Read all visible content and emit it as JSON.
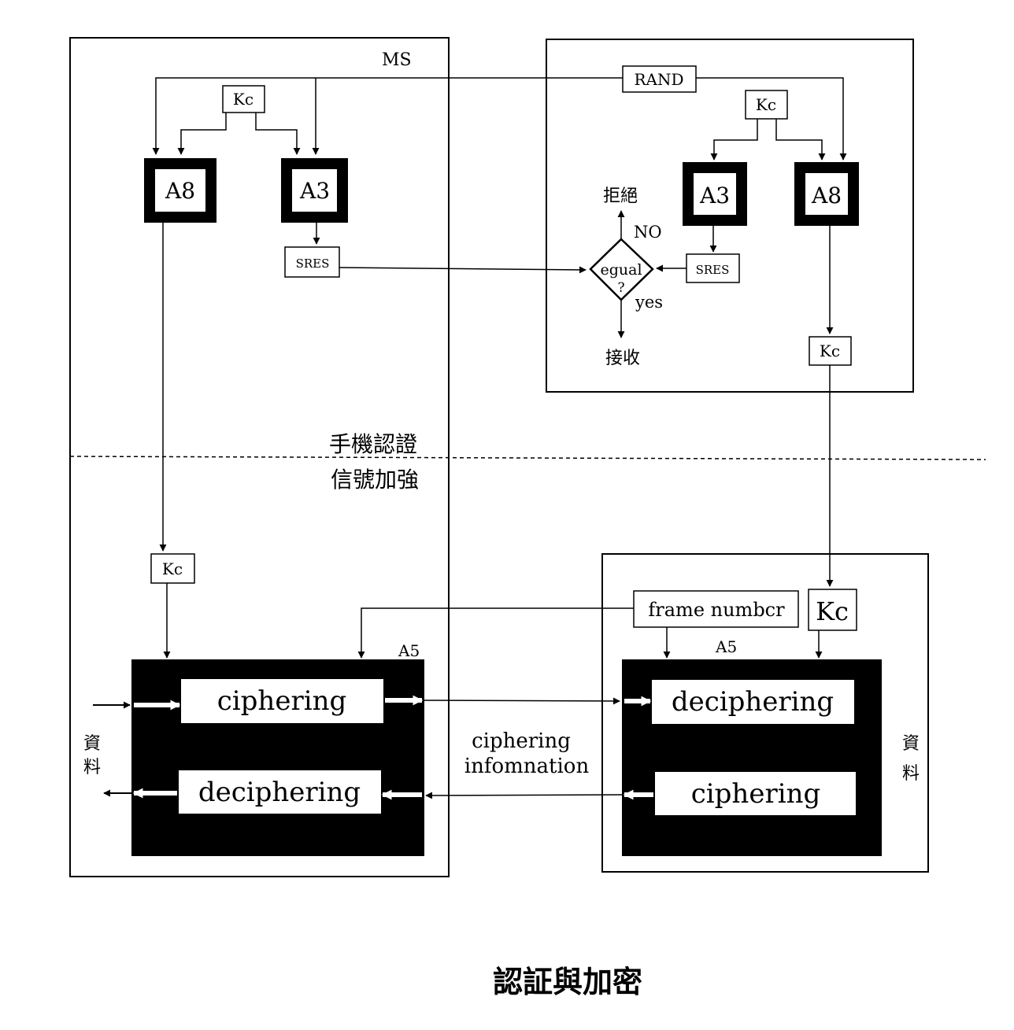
{
  "ms_label": "MS",
  "rand_label": "RAND",
  "ms_kc_label": "Kc",
  "net_kc_label": "Kc",
  "ms_a8_label": "A8",
  "ms_a3_label": "A3",
  "net_a3_label": "A3",
  "net_a8_label": "A8",
  "ms_sres_label": "SRES",
  "net_sres_label": "SRES",
  "equal_label_1": "egual",
  "equal_label_2": "?",
  "reject_label": "拒絕",
  "no_label": "NO",
  "yes_label": "yes",
  "accept_label": "接收",
  "net_kc_out_label": "Kc",
  "ms_kc_out_label": "Kc",
  "section_upper_label": "手機認證",
  "section_lower_label": "信號加強",
  "frame_number_label": "frame numbcr",
  "bs_kc_label": "Kc",
  "ms_a5_label": "A5",
  "bs_a5_label": "A5",
  "ms_ciphering_label": "ciphering",
  "ms_deciphering_label": "deciphering",
  "bs_deciphering_label": "deciphering",
  "bs_ciphering_label": "ciphering",
  "ciphering_info_1": "ciphering",
  "ciphering_info_2": "infomnation",
  "ms_data_1": "資",
  "ms_data_2": "料",
  "bs_data_1": "資",
  "bs_data_2": "料",
  "caption": "認証與加密"
}
